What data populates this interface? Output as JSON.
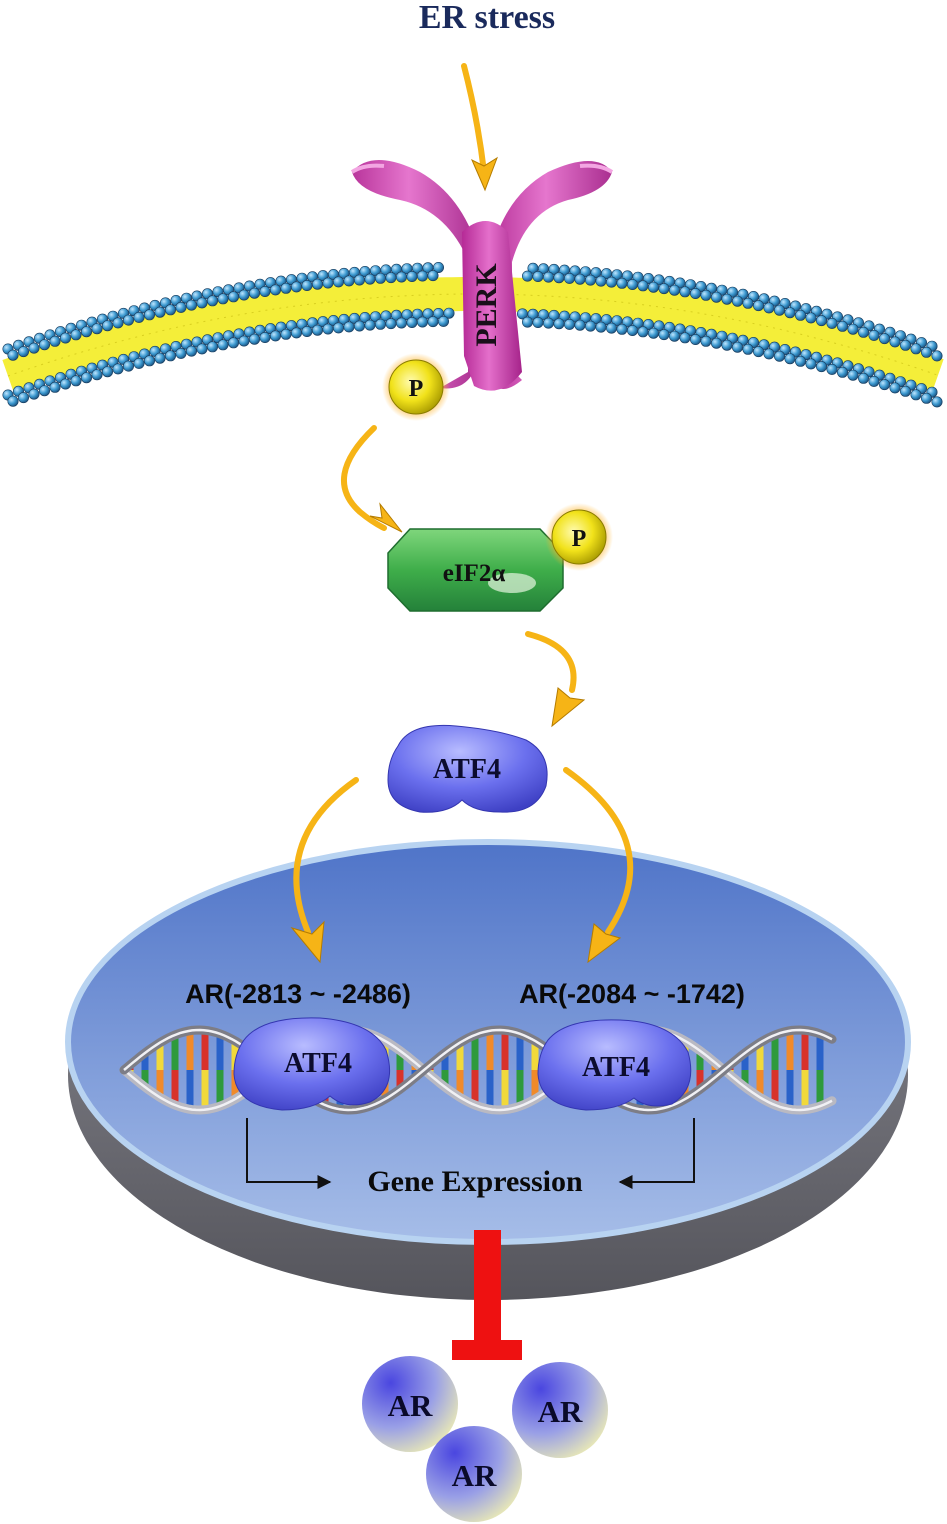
{
  "labels": {
    "er_stress": "ER stress",
    "perk": "PERK",
    "phospho": "P",
    "eif2a": "eIF2α",
    "atf4": "ATF4",
    "region_left": "AR(-2813 ~ -2486)",
    "region_right": "AR(-2084 ~ -1742)",
    "gene_expression": "Gene Expression",
    "ar": "AR"
  },
  "colors": {
    "title": "#1a2a5c",
    "arrow": "#f6b416",
    "perk": "#d14bb4",
    "eif2a": "#3fae4a",
    "atf4": "#5e63e6",
    "nucleus": "#6d8fd0",
    "inhibition": "#ee1111",
    "membrane_head": "#2e8fc6",
    "membrane_core": "#f4ee39"
  },
  "icons": {
    "membrane": "lipid-bilayer",
    "receptor": "y-receptor",
    "dna": "double-helix",
    "inhibition": "t-bar"
  }
}
